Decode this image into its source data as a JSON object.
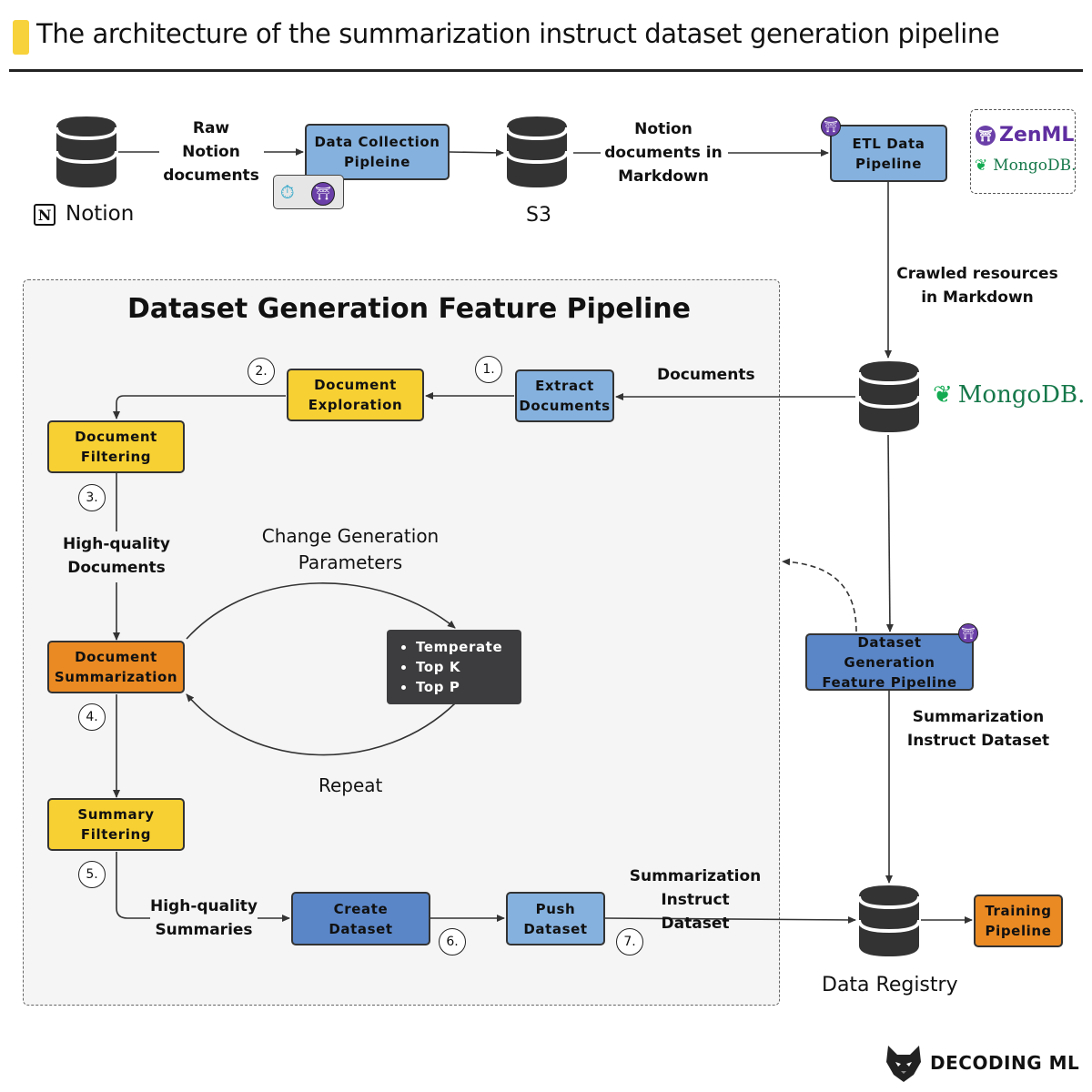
{
  "header": {
    "title": "The architecture of the summarization instruct dataset generation pipeline",
    "accent_color": "#f7d23a"
  },
  "top_row": {
    "notion_label": "Notion",
    "notion_icon": "notion-icon",
    "raw_notion_label": "Raw\nNotion\ndocuments",
    "data_collection_box": "Data Collection\nPipleine",
    "tray_icons": [
      "stopwatch-icon",
      "zenml-icon"
    ],
    "s3_label": "S3",
    "notion_markdown_label": "Notion\ndocuments in\nMarkdown",
    "etl_box": "ETL Data\nPipeline",
    "logo_zenml": "ZenML",
    "logo_mongodb": "MongoDB."
  },
  "right_column": {
    "crawled_label": "Crawled resources\nin Markdown",
    "documents_label": "Documents",
    "mongodb_logo": "MongoDB.",
    "dataset_gen_box": "Dataset Generation\nFeature Pipeline",
    "summ_instruct_label": "Summarization\nInstruct Dataset",
    "data_registry_label": "Data Registry",
    "training_box": "Training\nPipeline"
  },
  "feature_pipeline": {
    "title": "Dataset Generation Feature Pipeline",
    "extract_box": "Extract\nDocuments",
    "exploration_box": "Document\nExploration",
    "filtering_box": "Document\nFiltering",
    "hq_docs_label": "High-quality\nDocuments",
    "summarization_box": "Document\nSummarization",
    "change_params_label": "Change Generation\nParameters",
    "params": [
      "Temperate",
      "Top K",
      "Top P"
    ],
    "repeat_label": "Repeat",
    "summary_filtering_box": "Summary\nFiltering",
    "hq_summaries_label": "High-quality\nSummaries",
    "create_box": "Create\nDataset",
    "push_box": "Push\nDataset",
    "summ_instruct_label": "Summarization\nInstruct Dataset",
    "steps": [
      "1.",
      "2.",
      "3.",
      "4.",
      "5.",
      "6.",
      "7."
    ]
  },
  "brand": {
    "name": "DECODING ML",
    "icon": "wolf-icon"
  },
  "colors": {
    "light_blue": "#85b1de",
    "dark_blue": "#5a86c8",
    "yellow": "#f7d033",
    "orange": "#ea8a23",
    "mongodb_green": "#16784a",
    "zenml_purple": "#6b3fa8"
  }
}
